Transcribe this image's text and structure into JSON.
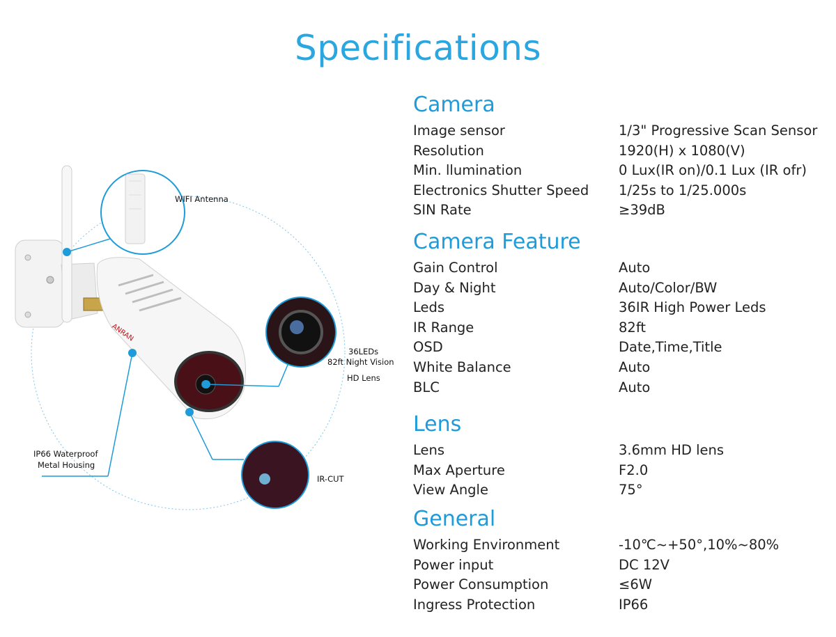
{
  "title": "Specifications",
  "callouts": {
    "wifi": "WIFI  Antenna",
    "leds": "36LEDs",
    "night": "82ft Night Vision",
    "hdlens": "HD Lens",
    "ip66a": "IP66 Waterproof",
    "ip66b": "Metal Housing",
    "ircut": "IR-CUT",
    "brand": "ANRAN"
  },
  "sections": [
    {
      "title": "Camera",
      "rows": [
        {
          "k": "Image sensor",
          "v": "1/3\" Progressive Scan Sensor"
        },
        {
          "k": "Resolution",
          "v": "1920(H) x 1080(V)"
        },
        {
          "k": "Min. llumination",
          "v": "0 Lux(IR on)/0.1 Lux (IR ofr)"
        },
        {
          "k": "Electronics Shutter Speed",
          "v": "1/25s to 1/25.000s"
        },
        {
          "k": "SIN Rate",
          "v": "≥39dB"
        }
      ]
    },
    {
      "title": "Camera Feature",
      "rows": [
        {
          "k": "Gain Control",
          "v": "Auto"
        },
        {
          "k": "Day & Night",
          "v": "Auto/Color/BW"
        },
        {
          "k": "Leds",
          "v": "36IR High Power Leds"
        },
        {
          "k": "IR Range",
          "v": "82ft"
        },
        {
          "k": "OSD",
          "v": "Date,Time,Title"
        },
        {
          "k": "White Balance",
          "v": "Auto"
        },
        {
          "k": "BLC",
          "v": "Auto"
        }
      ]
    },
    {
      "title": "Lens",
      "rows": [
        {
          "k": "Lens",
          "v": "3.6mm HD lens"
        },
        {
          "k": "Max Aperture",
          "v": "F2.0"
        },
        {
          "k": "View Angle",
          "v": "75°"
        }
      ]
    },
    {
      "title": "General",
      "rows": [
        {
          "k": "Working Environment",
          "v": "-10℃~+50°,10%~80%"
        },
        {
          "k": "Power input",
          "v": "DC 12V"
        },
        {
          "k": "Power Consumption",
          "v": "≤6W"
        },
        {
          "k": "Ingress Protection",
          "v": "IP66"
        }
      ]
    }
  ]
}
